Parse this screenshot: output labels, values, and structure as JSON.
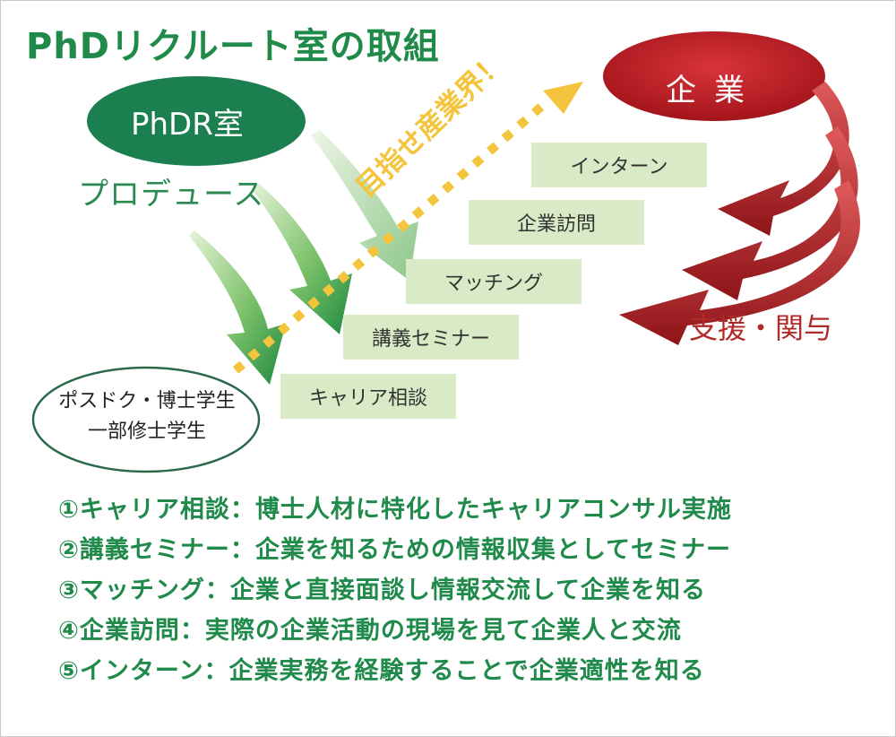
{
  "title": "PhDリクルート室の取組",
  "phdr": {
    "label": "PhDR室",
    "sublabel": "プロデュース"
  },
  "company": {
    "label": "企業",
    "support": "支援・関与"
  },
  "target": {
    "label": "目指せ産業界！"
  },
  "students": {
    "line1": "ポスドク・博士学生",
    "line2": "一部修士学生"
  },
  "steps": [
    {
      "label": "キャリア相談"
    },
    {
      "label": "講義セミナー"
    },
    {
      "label": "マッチング"
    },
    {
      "label": "企業訪問"
    },
    {
      "label": "インターン"
    }
  ],
  "descriptions": [
    "①キャリア相談：博士人材に特化したキャリアコンサル実施",
    "②講義セミナー：企業を知るための情報収集としてセミナー",
    "③マッチング：企業と直接面談し情報交流して企業を知る",
    "④企業訪問：実際の企業活動の現場を見て企業人と交流",
    "⑤インターン：企業実務を経験することで企業適性を知る"
  ],
  "colors": {
    "green": "#1f8a4a",
    "red": "#c0262b",
    "yellow": "#f3c43c",
    "step_bg": "#d8ebc6"
  }
}
